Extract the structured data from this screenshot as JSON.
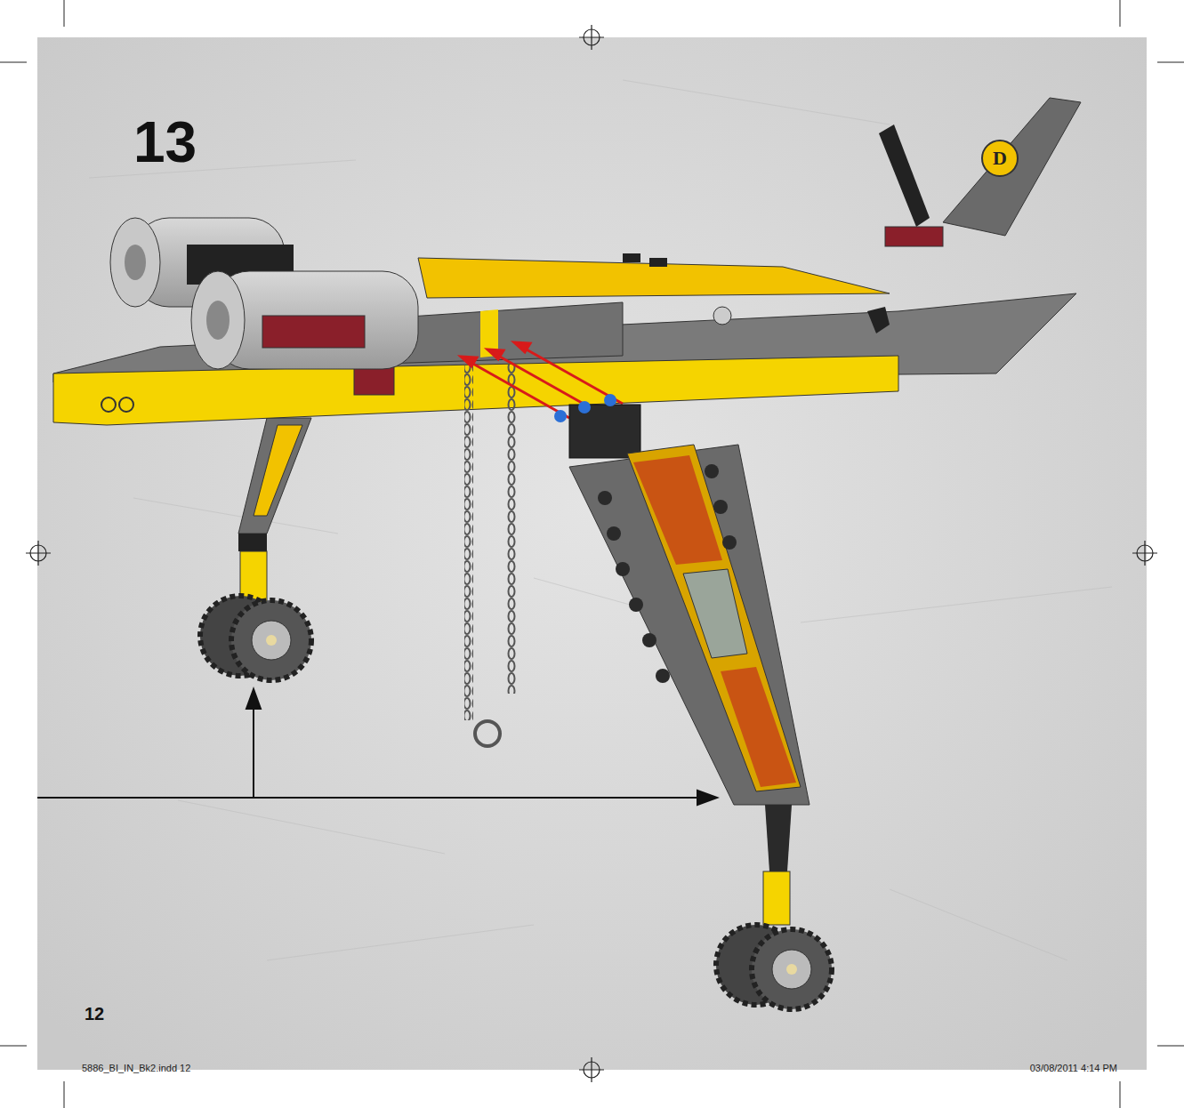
{
  "diagram": {
    "labels": [
      "13",
      "D",
      "12",
      "5886_BI_IN_Bk2.indd 12",
      "03/08/2011 4:14 PM"
    ]
  }
}
